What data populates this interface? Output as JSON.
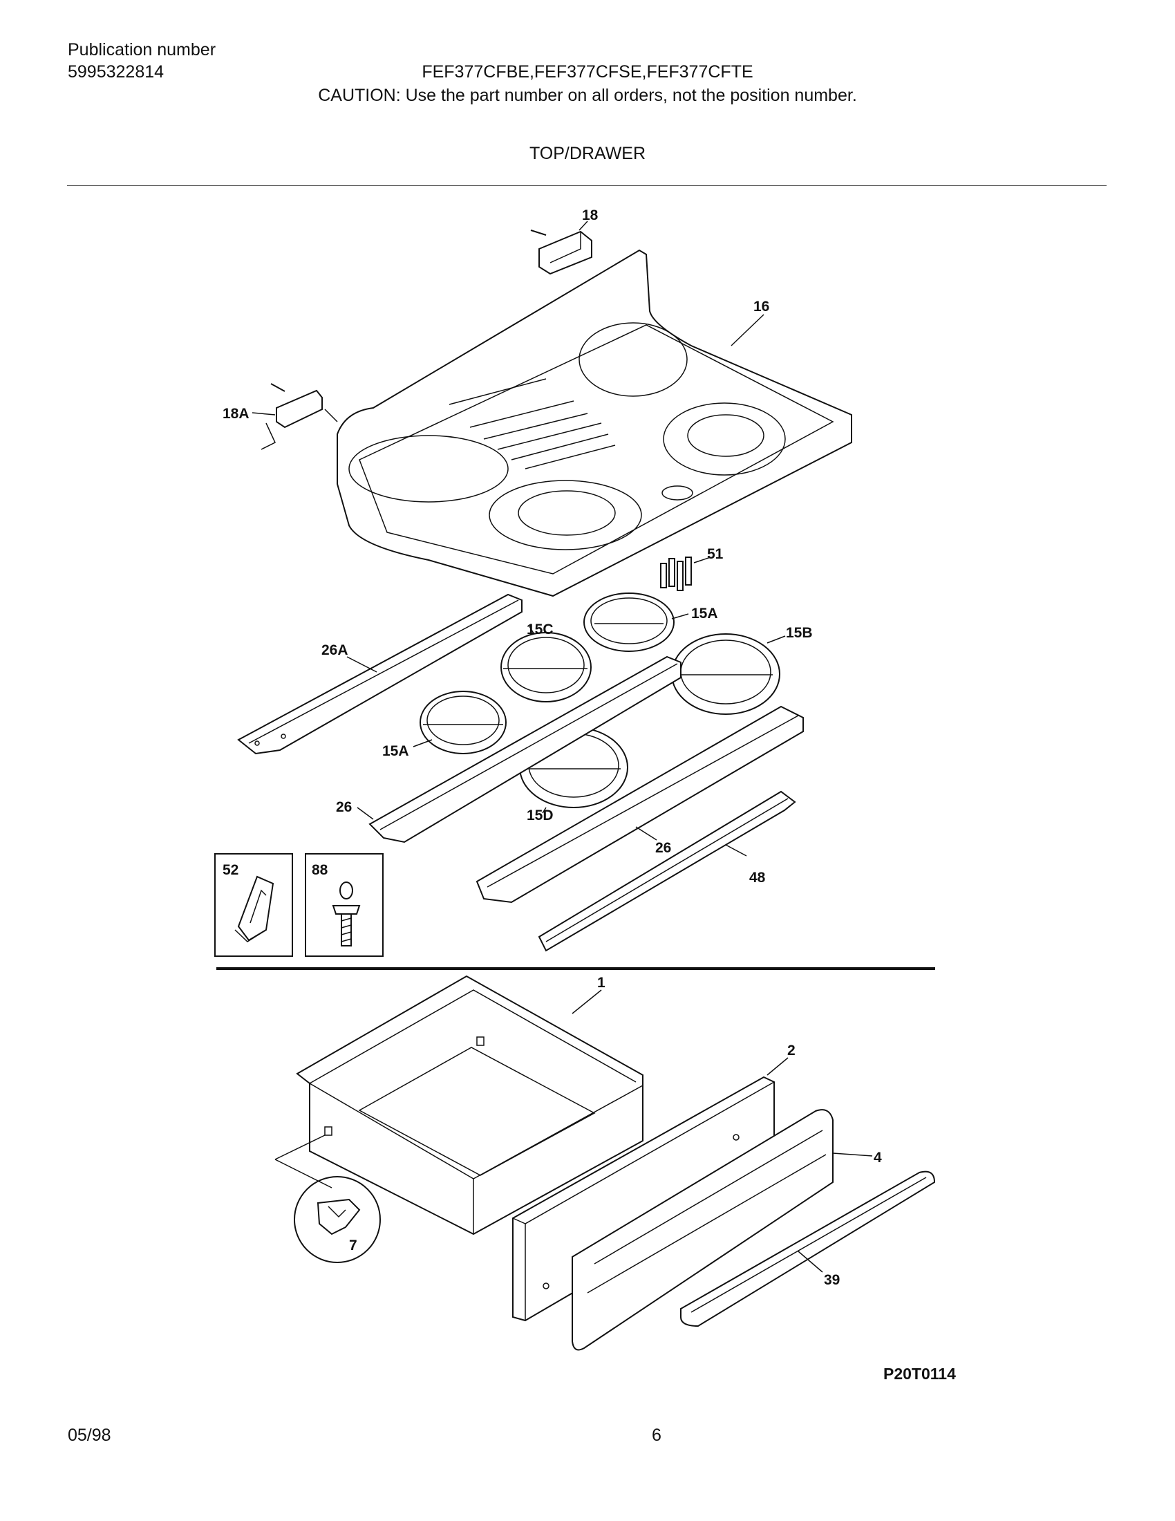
{
  "header": {
    "publication_label": "Publication number",
    "publication_number": "5995322814",
    "models": "FEF377CFBE,FEF377CFSE,FEF377CFTE",
    "caution": "CAUTION:  Use the part number on all orders, not the position number.",
    "section_title": "TOP/DRAWER"
  },
  "callouts": {
    "p18": "18",
    "p16": "16",
    "p18a": "18A",
    "p51": "51",
    "p15a_top": "15A",
    "p15c": "15C",
    "p15b": "15B",
    "p26a": "26A",
    "p15a_left": "15A",
    "p26_left": "26",
    "p15d": "15D",
    "p26_right": "26",
    "p48": "48",
    "p52": "52",
    "p88": "88",
    "p1": "1",
    "p2": "2",
    "p4": "4",
    "p7": "7",
    "p39": "39"
  },
  "drawing_code": "P20T0114",
  "footer": {
    "date": "05/98",
    "page_number": "6"
  }
}
